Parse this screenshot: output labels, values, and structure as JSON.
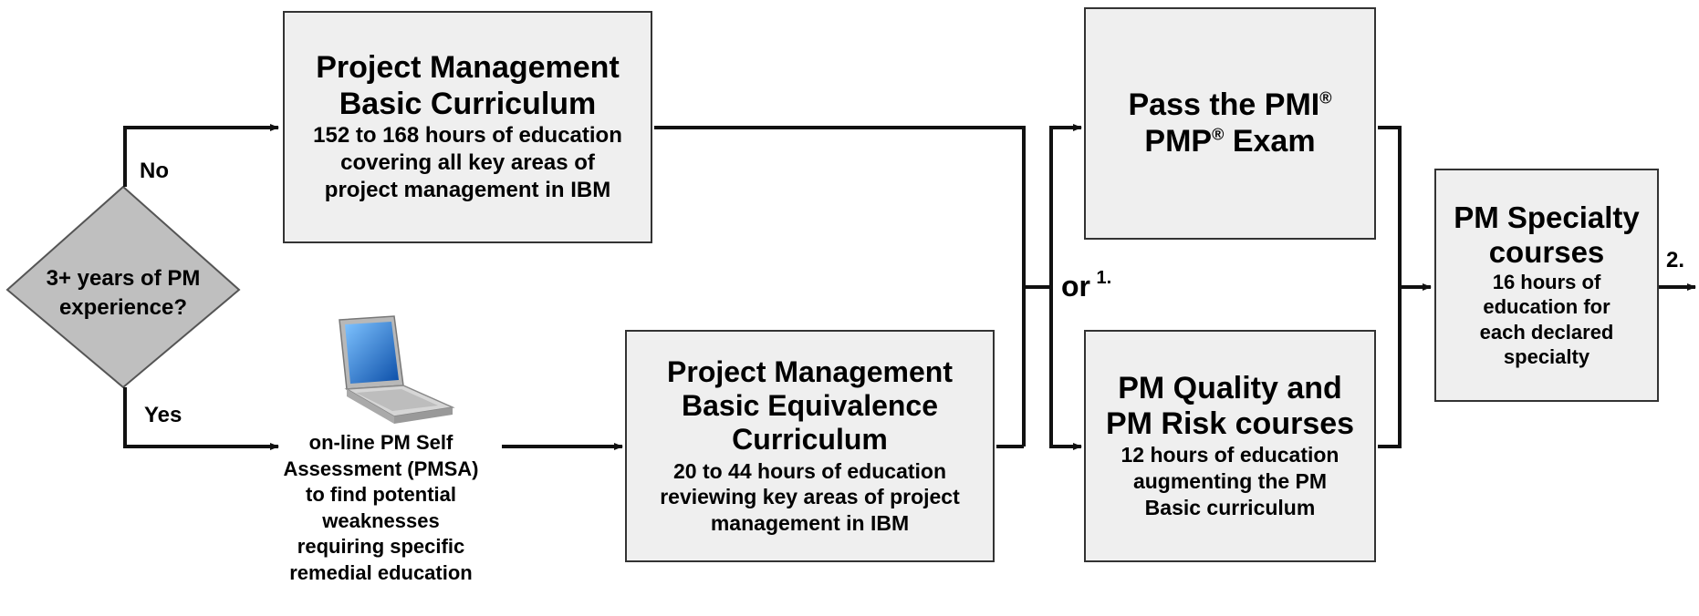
{
  "decision": {
    "line1": "3+ years of PM",
    "line2": "experience?",
    "no_label": "No",
    "yes_label": "Yes"
  },
  "basic": {
    "title1": "Project Management",
    "title2": "Basic Curriculum",
    "desc1": "152 to 168 hours of education",
    "desc2": "covering all key areas of",
    "desc3": "project management in IBM"
  },
  "pmsa": {
    "line1": "on-line PM Self",
    "line2": "Assessment (PMSA)",
    "line3": "to find potential",
    "line4": "weaknesses",
    "line5": "requiring  specific",
    "line6": "remedial education"
  },
  "equivalence": {
    "title1": "Project Management",
    "title2": "Basic Equivalence",
    "title3": "Curriculum",
    "desc1": "20 to 44 hours of education",
    "desc2": "reviewing key areas of project",
    "desc3": "management in IBM"
  },
  "or_label": {
    "text": "or",
    "note": "1."
  },
  "pmp": {
    "line1": "Pass the PMI",
    "line2": "PMP",
    "line2_rest": " Exam",
    "reg": "®"
  },
  "quality": {
    "title1": "PM Quality and",
    "title2": "PM Risk courses",
    "desc1": "12 hours of education",
    "desc2": "augmenting the PM",
    "desc3": "Basic curriculum"
  },
  "specialty": {
    "title1": "PM Specialty",
    "title2": "courses",
    "desc1": "16 hours of",
    "desc2": "education for",
    "desc3": "each declared",
    "desc4": "specialty"
  },
  "end_note": "2."
}
